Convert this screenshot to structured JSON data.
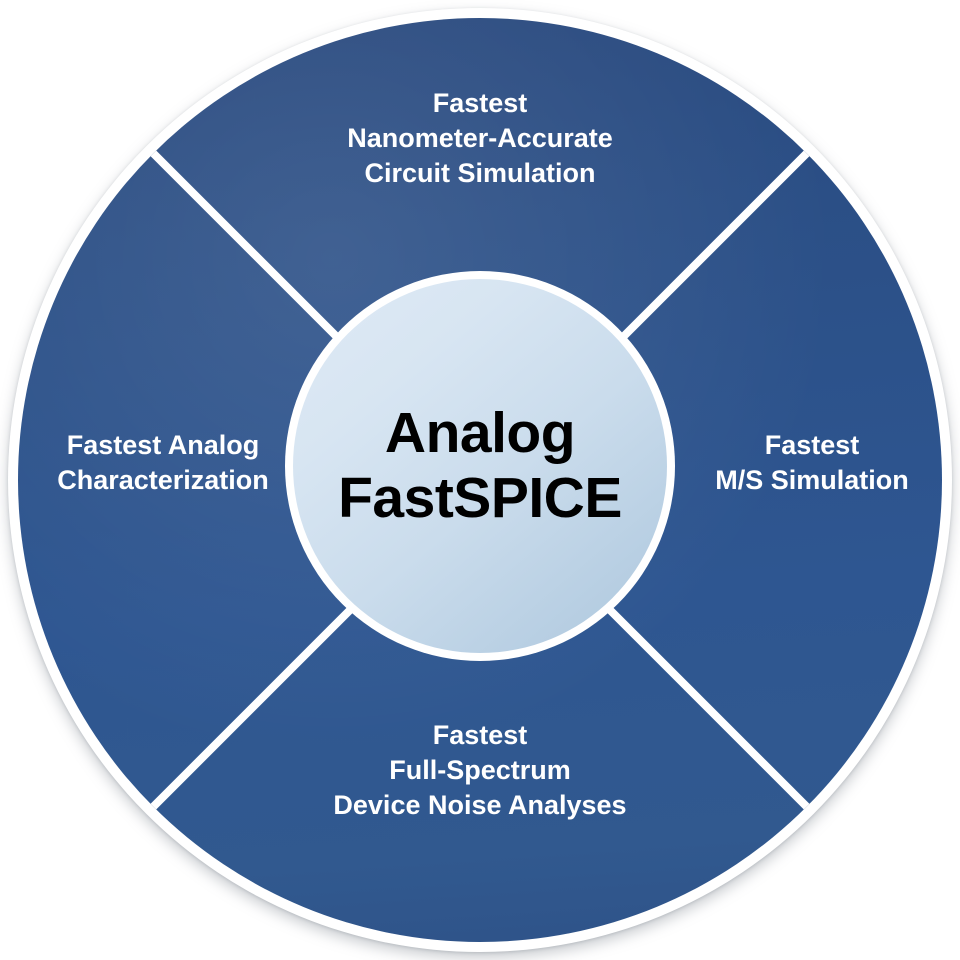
{
  "diagram": {
    "type": "circular-quadrant-wheel",
    "center": {
      "line1": "Analog",
      "line2": "FastSPICE"
    },
    "quadrants": [
      {
        "position": "top",
        "lines": [
          "Fastest",
          "Nanometer-Accurate",
          "Circuit Simulation"
        ]
      },
      {
        "position": "right",
        "lines": [
          "Fastest",
          "M/S Simulation"
        ]
      },
      {
        "position": "bottom",
        "lines": [
          "Fastest",
          "Full-Spectrum",
          "Device Noise Analyses"
        ]
      },
      {
        "position": "left",
        "lines": [
          "Fastest Analog",
          "Characterization"
        ]
      }
    ],
    "colors": {
      "ring_blue_top": "#29497e",
      "ring_blue_bottom": "#31598f",
      "center_light_top": "#dfeaf5",
      "center_light_bottom": "#aec7dd",
      "divider": "#ffffff",
      "label_text": "#ffffff",
      "center_text": "#000000",
      "background": "#ffffff"
    }
  }
}
